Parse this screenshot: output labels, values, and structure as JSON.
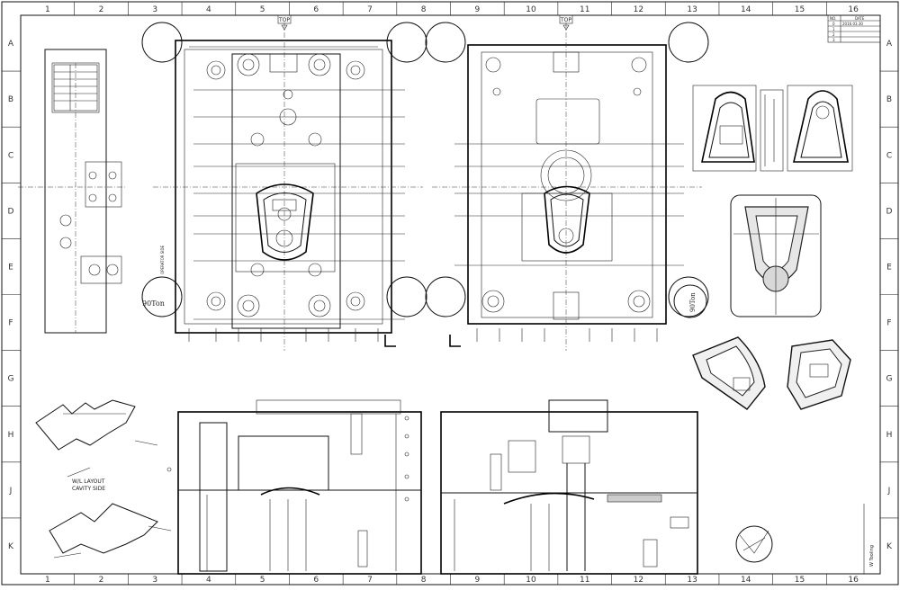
{
  "border": {
    "columns": [
      "1",
      "2",
      "3",
      "4",
      "5",
      "6",
      "7",
      "8",
      "9",
      "10",
      "11",
      "12",
      "13",
      "14",
      "15",
      "16"
    ],
    "rows": [
      "A",
      "B",
      "C",
      "D",
      "E",
      "F",
      "G",
      "H",
      "J",
      "K"
    ]
  },
  "plan_views": {
    "left_top_label": "TOP",
    "right_top_label": "TOP",
    "tonnage_left": "90Ton",
    "tonnage_right": "90Ton",
    "operator_side": "OPERATOR SIDE"
  },
  "layout_note": {
    "line1": "W/L LAYOUT",
    "line2": "CAVITY SIDE"
  },
  "revision_table": {
    "headers": [
      "NO.",
      "DATE"
    ],
    "rows": [
      [
        "0",
        "2016.03.30"
      ],
      [
        "1",
        ""
      ],
      [
        "2",
        ""
      ],
      [
        "3",
        ""
      ]
    ]
  },
  "title_block_vertical": "W Tooling"
}
